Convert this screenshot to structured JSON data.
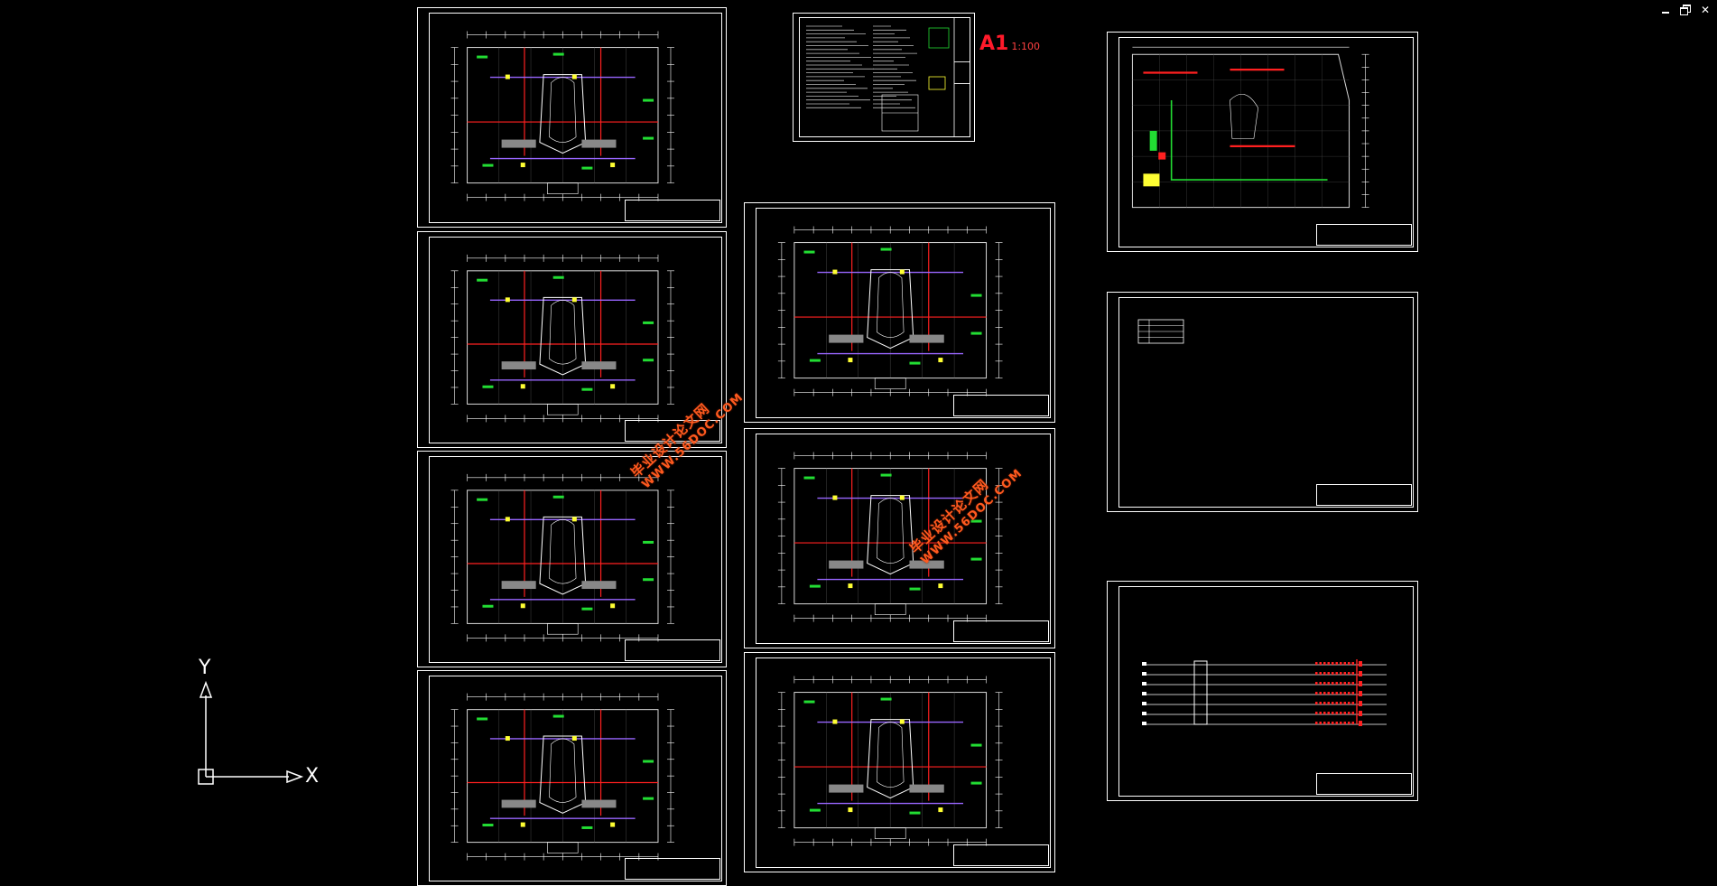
{
  "window": {
    "controls": {
      "minimize_icon": "minimize-icon",
      "restore_icon": "restore-icon",
      "close_glyph": "✕"
    }
  },
  "canvas": {
    "background": "#000000",
    "scale_label": {
      "sheet_size": "A1",
      "ratio": "1:100"
    },
    "ucs": {
      "x_label": "X",
      "y_label": "Y"
    },
    "watermarks": [
      {
        "cn": "毕业设计论文网",
        "url": "WWW.56DOC.COM"
      },
      {
        "cn": "毕业设计论文网",
        "url": "WWW.56DOC.COM"
      }
    ]
  },
  "colors": {
    "line": "#ffffff",
    "wall": "#d8d8d8",
    "accent_red": "#ff2020",
    "accent_green": "#22dd33",
    "accent_yellow": "#ffff33",
    "accent_purple": "#9966ff",
    "watermark": "#ff5a1f"
  },
  "sheets": [
    {
      "id": "floor-plan-1",
      "type": "floor-plan"
    },
    {
      "id": "floor-plan-2",
      "type": "floor-plan"
    },
    {
      "id": "floor-plan-3",
      "type": "floor-plan"
    },
    {
      "id": "floor-plan-4",
      "type": "floor-plan"
    },
    {
      "id": "notes-sheet",
      "type": "notes"
    },
    {
      "id": "floor-plan-5",
      "type": "floor-plan"
    },
    {
      "id": "floor-plan-6",
      "type": "floor-plan"
    },
    {
      "id": "floor-plan-7",
      "type": "floor-plan"
    },
    {
      "id": "site-plan",
      "type": "site-plan"
    },
    {
      "id": "legend-sheet",
      "type": "legend"
    },
    {
      "id": "riser-diagram",
      "type": "riser"
    }
  ]
}
